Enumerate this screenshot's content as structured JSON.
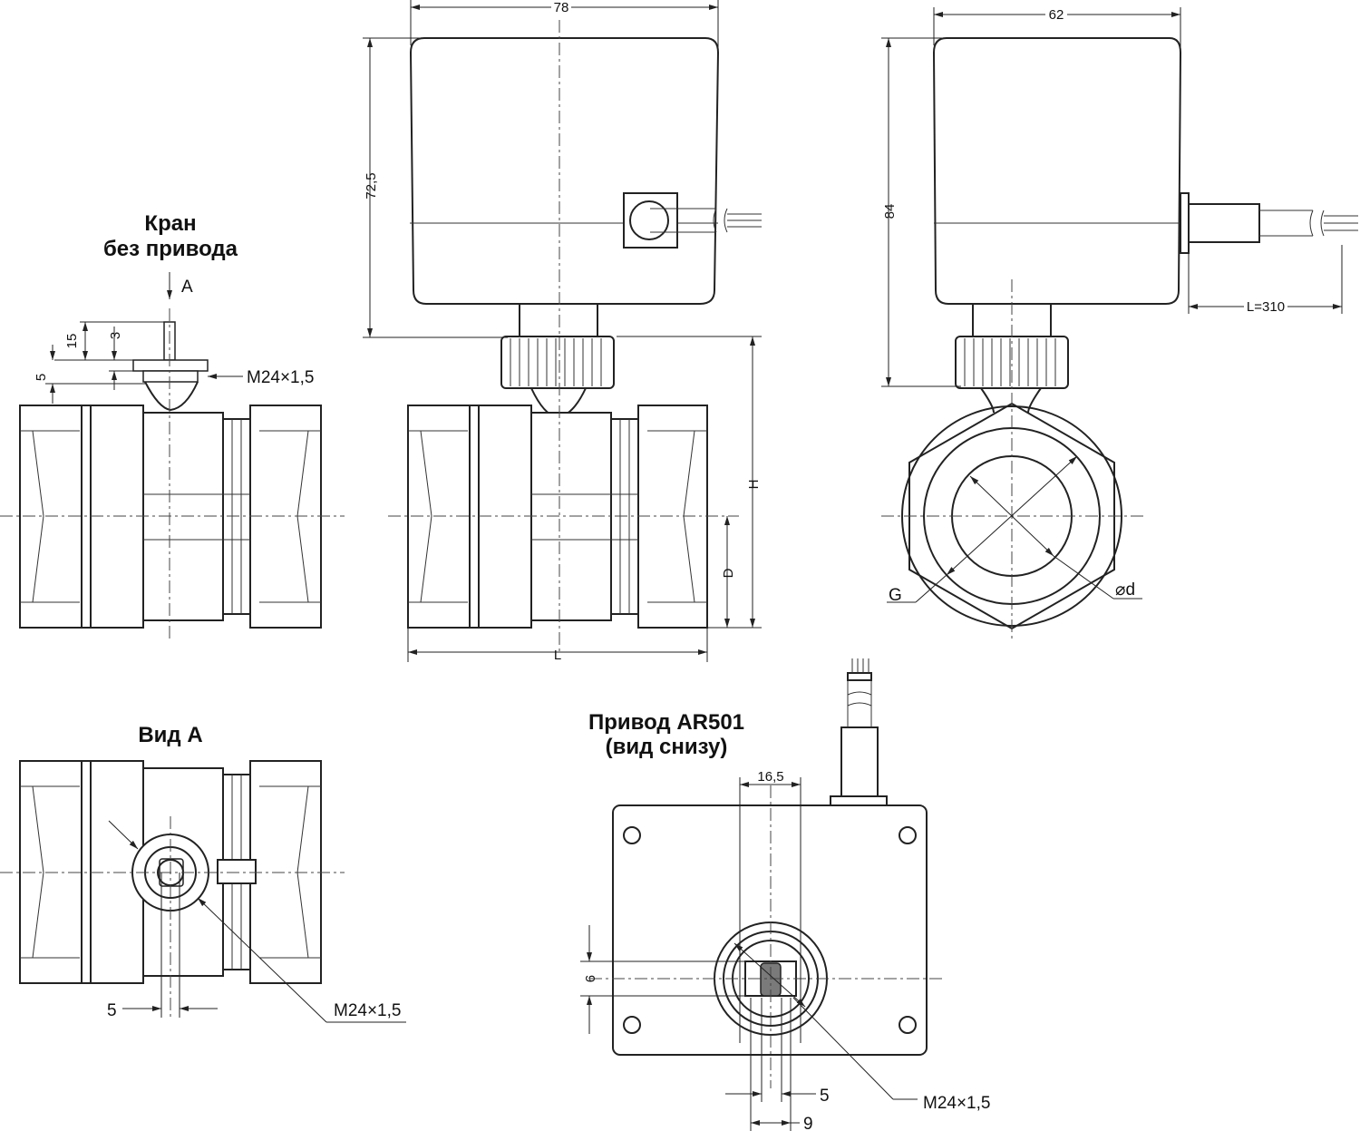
{
  "titles": {
    "valve_line1": "Кран",
    "valve_line2": "без привода",
    "view_a": "Вид А",
    "actuator_line1": "Привод AR501",
    "actuator_line2": "(вид снизу)"
  },
  "labels": {
    "arrow_a": "А",
    "thread": "M24×1,5",
    "dim_5_left": "5",
    "dim_15": "15",
    "dim_3": "3",
    "dim_78": "78",
    "dim_72_5": "72,5",
    "dim_62": "62",
    "dim_84": "84",
    "dim_h": "H",
    "dim_d": "D",
    "dim_l": "L",
    "cable_length": "L=310",
    "dim_g": "G",
    "dim_bore": "⌀d",
    "dim_16_5": "16,5",
    "dim_9_side": "9",
    "dim_5_bottom": "5",
    "dim_9_bottom": "9",
    "dim_5_viewa": "5"
  }
}
